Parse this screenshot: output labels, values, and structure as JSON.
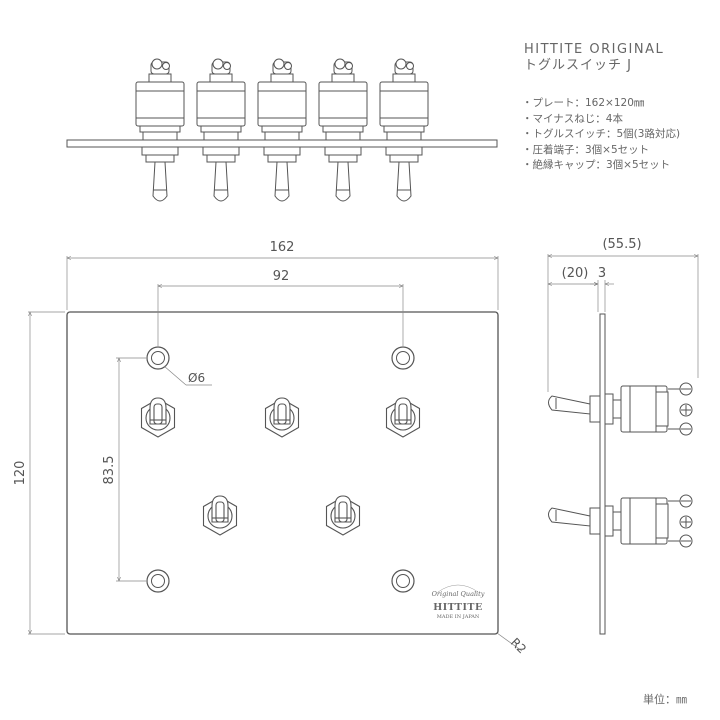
{
  "title": {
    "brand": "HITTITE ORIGINAL",
    "model": "トグルスイッチ J"
  },
  "specs": [
    "・プレート：162×120㎜",
    "・マイナスねじ：4本",
    "・トグルスイッチ：5個(3路対応)",
    "・圧着端子：3個×5セット",
    "・絶縁キャップ：3個×5セット"
  ],
  "dimensions": {
    "width": "162",
    "hole_span": "92",
    "height": "120",
    "hole_vertical": "83.5",
    "hole_dia": "Ø6",
    "corner_radius": "R2",
    "depth_total": "(55.5)",
    "depth_front": "(20)",
    "plate_thickness": "3"
  },
  "logo": {
    "tagline": "Original Quality",
    "name": "HITTITE",
    "origin": "MADE IN JAPAN"
  },
  "unit_note": "単位：㎜",
  "colors": {
    "line": "#555555",
    "dim_line": "#888888",
    "text": "#555555"
  }
}
